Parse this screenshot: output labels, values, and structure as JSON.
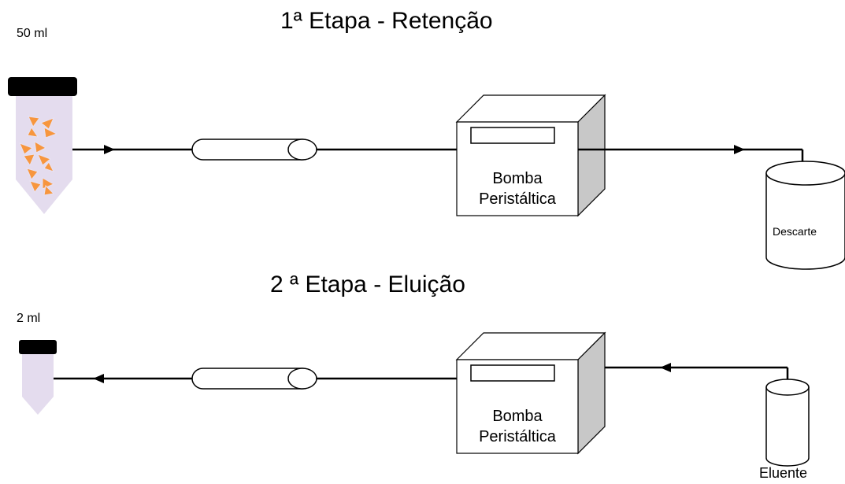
{
  "stage1": {
    "title": "1ª Etapa - Retenção",
    "volume": "50 ml",
    "pump_line1": "Bomba",
    "pump_line2": "Peristáltica",
    "waste": "Descarte"
  },
  "stage2": {
    "title": "2 ª Etapa - Eluição",
    "volume": "2 ml",
    "pump_line1": "Bomba",
    "pump_line2": "Peristáltica",
    "eluent": "Eluente"
  },
  "colors": {
    "tube_body": "#e4dcee",
    "cap": "#000000",
    "particles": "#f7963e",
    "pump_side": "#c8c8c8",
    "line": "#000000"
  }
}
